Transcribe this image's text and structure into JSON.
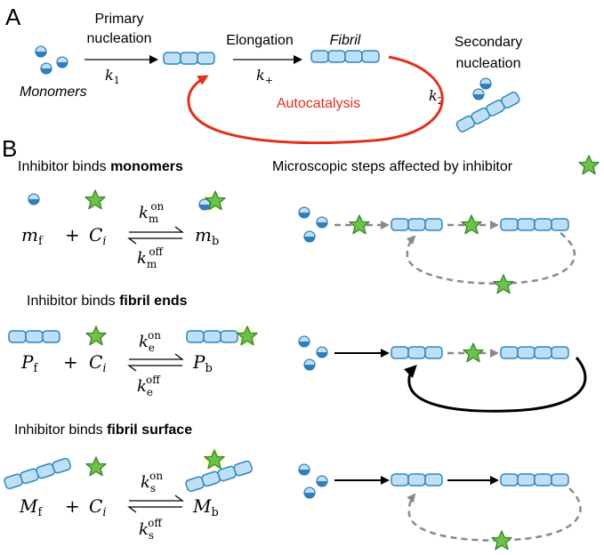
{
  "panel_a": {
    "label": "A",
    "primary_line1": "Primary",
    "primary_line2": "nucleation",
    "monomers": "Monomers",
    "elongation": "Elongation",
    "fibril": "Fibril",
    "secondary_line1": "Secondary",
    "secondary_line2": "nucleation",
    "autocatalysis": "Autocatalysis",
    "k1": "k",
    "k1_sub": "1",
    "kplus": "k",
    "kplus_sub": "+",
    "k2": "k",
    "k2_sub": "2"
  },
  "panel_b": {
    "label": "B",
    "right_title": "Microscopic steps affected by inhibitor",
    "rows": [
      {
        "title_prefix": "Inhibitor binds ",
        "title_bold": "monomers",
        "left_sym": "m",
        "left_sub": "f",
        "plus": "+",
        "ci": "C",
        "ci_sub": "i",
        "right_sym": "m",
        "right_sub": "b",
        "kon": "k",
        "kon_sub": "m",
        "kon_sup": "on",
        "koff": "k",
        "koff_sub": "m",
        "koff_sup": "off"
      },
      {
        "title_prefix": "Inhibitor binds ",
        "title_bold": "fibril ends",
        "left_sym": "P",
        "left_sub": "f",
        "plus": "+",
        "ci": "C",
        "ci_sub": "i",
        "right_sym": "P",
        "right_sub": "b",
        "kon": "k",
        "kon_sub": "e",
        "kon_sup": "on",
        "koff": "k",
        "koff_sub": "e",
        "koff_sup": "off"
      },
      {
        "title_prefix": "Inhibitor binds ",
        "title_bold": "fibril surface",
        "left_sym": "M",
        "left_sub": "f",
        "plus": "+",
        "ci": "C",
        "ci_sub": "i",
        "right_sym": "M",
        "right_sub": "b",
        "kon": "k",
        "kon_sub": "s",
        "kon_sup": "on",
        "koff": "k",
        "koff_sub": "s",
        "koff_sup": "off"
      }
    ]
  },
  "colors": {
    "autocatalysis": "#e0301e",
    "monomer": "#3e8ec9",
    "fibril_segment": "#bfe0f4",
    "inhibitor_star": "#6cc24a",
    "inhibited_arrow": "#8a8a8a",
    "active_arrow": "#000000"
  }
}
